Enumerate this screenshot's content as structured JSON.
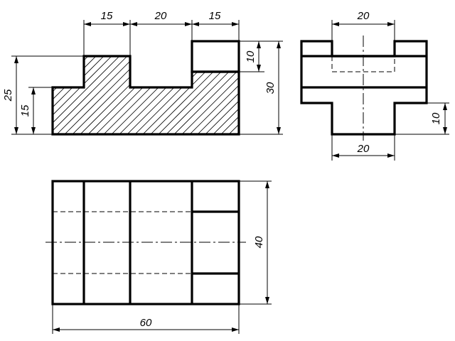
{
  "dimensions": {
    "front_top_left": "15",
    "front_top_middle": "20",
    "front_top_right": "15",
    "front_height_overall": "25",
    "front_height_base": "15",
    "front_right_step": "10",
    "front_right_height": "30",
    "side_top_width": "20",
    "side_bottom_width": "20",
    "side_bottom_height": "10",
    "top_depth": "40",
    "top_length": "60"
  }
}
